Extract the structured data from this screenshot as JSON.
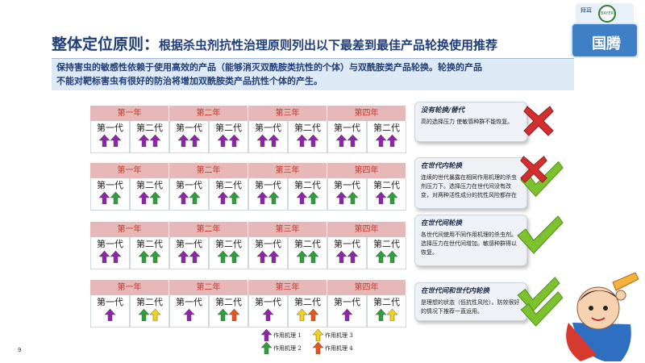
{
  "header": {
    "title_main": "整体定位原则：",
    "title_sub": "根据杀虫剂抗性治理原则列出以下最差到最佳产品轮换使用推荐",
    "subtitle_line1": "保持害虫的敏感性依赖于使用高效的产品（能够消灭双酰胺类抗性的个体）与双酰胺类产品轮换。轮换的产品",
    "subtitle_line2": "不能对靶标害虫有很好的防治将增加双酰胺类产品抗性个体的产生。"
  },
  "brand": {
    "name": "国腾",
    "small_label": "拜耳",
    "logo_text": "BAYER"
  },
  "years": [
    "第一年",
    "第二年",
    "第三年",
    "第四年"
  ],
  "gen_labels": [
    "第一代",
    "第二代"
  ],
  "colors": {
    "purple": "#8e24aa",
    "green": "#2e9e3a",
    "yellow": "#f2d21e",
    "orange": "#e8541e",
    "year_bg": "#e7b8b8",
    "year_text": "#c0392b",
    "check": "#7cc12e",
    "cross": "#d32f2f"
  },
  "scenarios": [
    {
      "arrows": [
        [
          "purple",
          "purple"
        ],
        [
          "purple",
          "purple"
        ],
        [
          "purple",
          "purple"
        ],
        [
          "purple",
          "purple"
        ],
        [
          "purple",
          "purple"
        ],
        [
          "purple",
          "purple"
        ],
        [
          "purple",
          "purple"
        ],
        [
          "purple",
          "purple"
        ]
      ],
      "info_title": "没有轮换/替代",
      "info_text": "高的选择压力\n使敏感种群不能恢复。",
      "mark": "cross"
    },
    {
      "arrows": [
        [
          "purple",
          "green"
        ],
        [
          "purple",
          "green"
        ],
        [
          "purple",
          "green"
        ],
        [
          "purple",
          "green"
        ],
        [
          "purple",
          "green"
        ],
        [
          "purple",
          "green"
        ],
        [
          "purple",
          "green"
        ],
        [
          "purple",
          "green"
        ]
      ],
      "info_title": "在世代内轮换",
      "info_text": "连续的世代暴露在相同作用机理的杀虫剂压力下。选择压力在世代间没有改变，对两种活性成分的抗性风险都存在",
      "mark": "cross-check"
    },
    {
      "arrows": [
        [
          "purple",
          "purple"
        ],
        [
          "green",
          "green"
        ],
        [
          "purple",
          "purple"
        ],
        [
          "green",
          "green"
        ],
        [
          "purple",
          "purple"
        ],
        [
          "green",
          "green"
        ],
        [
          "purple",
          "purple"
        ],
        [
          "green",
          "green"
        ]
      ],
      "info_title": "在世代间轮换",
      "info_text": "各世代间使用不同作用机理的杀虫剂。选择压力在世代间增加。敏感种群得以恢复。",
      "mark": "check"
    },
    {
      "arrows": [
        [
          "purple"
        ],
        [
          "green",
          "yellow"
        ],
        [
          "purple"
        ],
        [
          "green",
          "orange"
        ],
        [
          "purple"
        ],
        [
          "yellow",
          "orange"
        ],
        [
          "purple"
        ],
        [
          "green",
          "yellow"
        ]
      ],
      "info_title": "在世代间和世代内轮换",
      "info_text": "是理想的状态（低抗性风险）。防效很好的情况下推荐一直运用。",
      "mark": "check-double"
    }
  ],
  "legend": [
    {
      "color": "purple",
      "label": "作用机理 1"
    },
    {
      "color": "yellow",
      "label": "作用机理 3"
    },
    {
      "color": "green",
      "label": "作用机理 2"
    },
    {
      "color": "orange",
      "label": "作用机理 4"
    }
  ],
  "page_number": "9"
}
